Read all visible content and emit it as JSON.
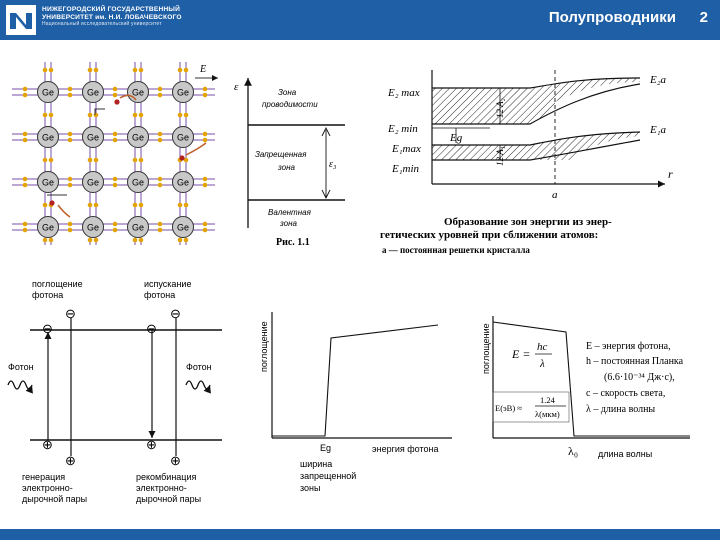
{
  "header": {
    "university_line1": "НИЖЕГОРОДСКИЙ ГОСУДАРСТВЕННЫЙ",
    "university_line2": "УНИВЕРСИТЕТ им. Н.И. ЛОБАЧЕВСКОГО",
    "university_line3": "Национальный исследовательский университет",
    "title": "Полупроводники",
    "page_number": "2"
  },
  "crystal": {
    "atom_label": "Ge",
    "field_label": "E"
  },
  "band_diagram": {
    "energy_axis": "ε",
    "conduction_line1": "Зона",
    "conduction_line2": "проводимости",
    "forbidden_line1": "Запрещенная",
    "forbidden_line2": "зона",
    "gap_label": "ε₃",
    "valence_line1": "Валентная",
    "valence_line2": "зона",
    "figure_caption": "Рис. 1.1"
  },
  "level_diagram": {
    "e2max": "E₂ max",
    "e2min": "E₂ min",
    "e1max": "E₁max",
    "e1min": "E₁min",
    "e2a": "E₂a",
    "e1a": "E₁a",
    "eg": "Eg",
    "width2": "12 A₂",
    "width1": "12 A₁",
    "r_axis": "r",
    "a_label": "a",
    "caption_line1": "Образование зон энергии из энер-",
    "caption_line2": "гетических уровней при сближении атомов:",
    "caption_line3": "a — постоянная решетки кристалла"
  },
  "photon_diagram": {
    "absorption_line1": "поглощение",
    "absorption_line2": "фотона",
    "emission_line1": "испускание",
    "emission_line2": "фотона",
    "photon_left": "Фотон",
    "photon_right": "Фотон",
    "generation_line1": "генерация",
    "generation_line2": "электронно-",
    "generation_line3": "дырочной пары",
    "recombination_line1": "рекомбинация",
    "recombination_line2": "электронно-",
    "recombination_line3": "дырочной пары",
    "minus": "⊖",
    "plus": "⊕"
  },
  "absorption_graph": {
    "ylabel": "поглощение",
    "xlabel": "энергия фотона",
    "eg_label": "Eg",
    "bandgap_line1": "ширина",
    "bandgap_line2": "запрещенной",
    "bandgap_line3": "зоны"
  },
  "wavelength_graph": {
    "ylabel": "поглощение",
    "xlabel": "длина волны",
    "lambda0": "λ₀",
    "formula_lhs": "E =",
    "formula_num": "hc",
    "formula_den": "λ",
    "legend1": "E – энергия фотона,",
    "legend2": "h – постоянная Планка",
    "legend3": "(6.6·10⁻³⁴ Дж·с),",
    "legend4": "c – скорость света,",
    "legend5": "λ – длина волны",
    "approx_lhs": "E(эВ) ≈",
    "approx_num": "1.24",
    "approx_den": "λ(мкм)"
  }
}
